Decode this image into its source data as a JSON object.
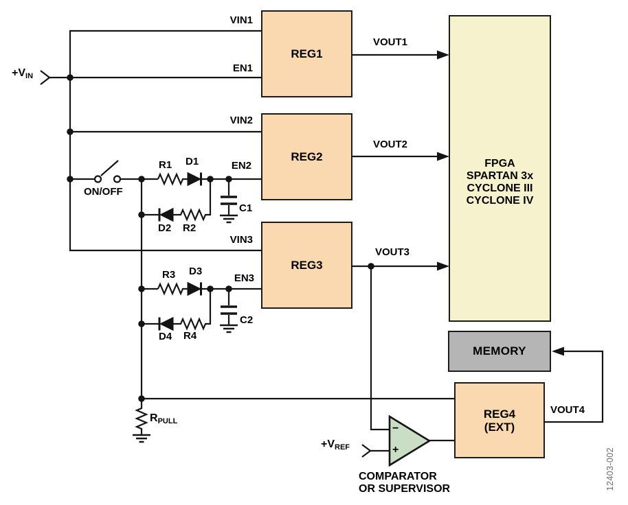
{
  "colors": {
    "reg-fill": "#fbd9b0",
    "fpga-fill": "#f6f2ce",
    "memory-fill": "#b5b5b5",
    "comp-fill": "#c9dec4",
    "wire": "#141414",
    "label": "#000000",
    "figcode": "#6b6b6b"
  },
  "inputs": {
    "vin": {
      "prefix": "+V",
      "sub": "IN"
    },
    "vref": {
      "prefix": "+V",
      "sub": "REF"
    }
  },
  "switch": {
    "label": "ON/OFF"
  },
  "pull_resistor": {
    "prefix": "R",
    "sub": "PULL"
  },
  "nets": {
    "vin1": "VIN1",
    "en1": "EN1",
    "vin2": "VIN2",
    "en2": "EN2",
    "vin3": "VIN3",
    "en3": "EN3",
    "vout1": "VOUT1",
    "vout2": "VOUT2",
    "vout3": "VOUT3",
    "vout4": "VOUT4"
  },
  "components": {
    "r1": "R1",
    "d1": "D1",
    "d2": "D2",
    "r2": "R2",
    "c1": "C1",
    "r3": "R3",
    "d3": "D3",
    "d4": "D4",
    "r4": "R4",
    "c2": "C2"
  },
  "blocks": {
    "reg1": "REG1",
    "reg2": "REG2",
    "reg3": "REG3",
    "reg4_line1": "REG4",
    "reg4_line2": "(EXT)",
    "fpga_line1": "FPGA",
    "fpga_line2": "SPARTAN 3x",
    "fpga_line3": "CYCLONE III",
    "fpga_line4": "CYCLONE IV",
    "memory": "MEMORY"
  },
  "comparator": {
    "minus": "−",
    "plus": "+",
    "caption1": "COMPARATOR",
    "caption2": "OR SUPERVISOR"
  },
  "figure_code": "12403-002"
}
